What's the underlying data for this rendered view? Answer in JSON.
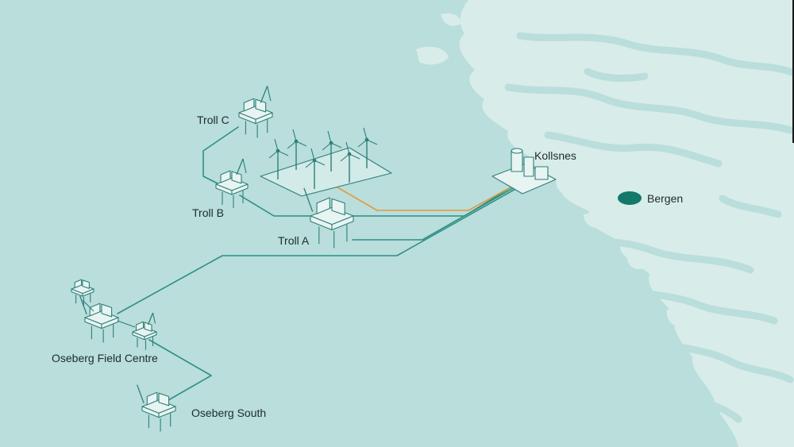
{
  "colors": {
    "sea": "#b9dedb",
    "land": "#d8ecea",
    "pipeline": "#2e8f86",
    "power_cable": "#e39a3a",
    "platform_fill": "#e8f4f2",
    "platform_stroke": "#2e7f78",
    "city": "#11786a"
  },
  "sites": {
    "troll_c": "Troll C",
    "troll_b": "Troll B",
    "troll_a": "Troll A",
    "kollsnes": "Kollsnes",
    "bergen": "Bergen",
    "oseberg_field_centre": "Oseberg Field Centre",
    "oseberg_south": "Oseberg South"
  },
  "icons": {
    "platform": "oil-platform-icon",
    "wind_farm": "wind-turbine-icon",
    "terminal": "gas-terminal-icon",
    "city": "city-marker-icon"
  }
}
